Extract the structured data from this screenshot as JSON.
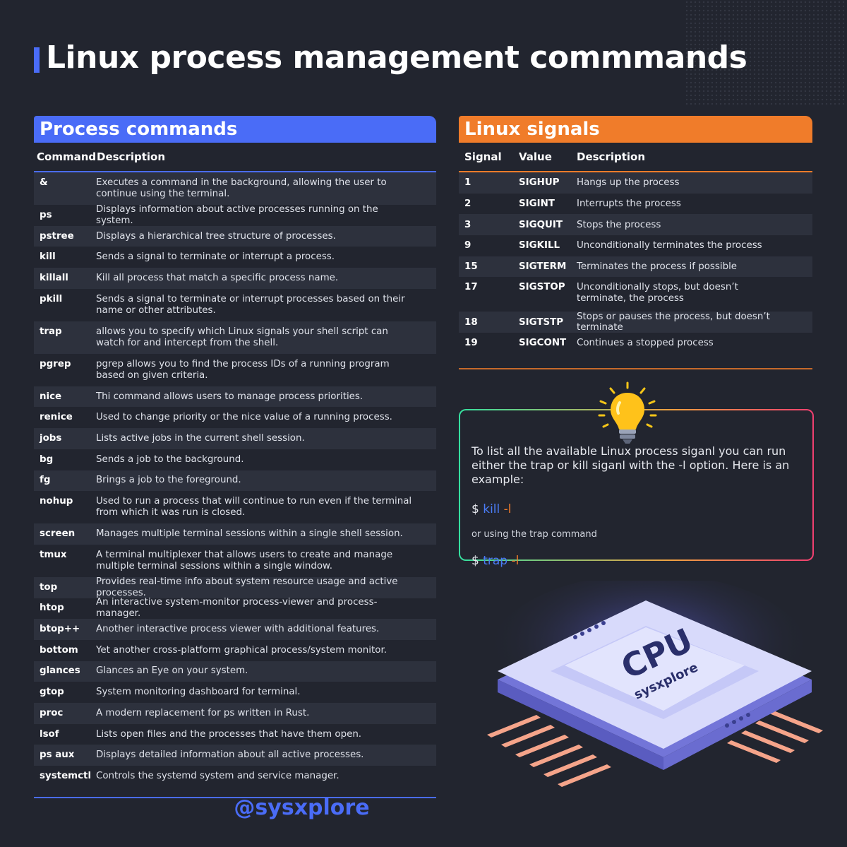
{
  "title": "Linux process management commmands",
  "process": {
    "heading": "Process commands",
    "col_command": "Command",
    "col_description": "Description",
    "rows": [
      {
        "cmd": "&",
        "desc": "Executes a command in the background, allowing the user to continue using the terminal."
      },
      {
        "cmd": "ps",
        "desc": "Displays information about active processes running on the system."
      },
      {
        "cmd": "pstree",
        "desc": "Displays a hierarchical tree structure of processes."
      },
      {
        "cmd": "kill",
        "desc": "Sends a signal to terminate or interrupt a process."
      },
      {
        "cmd": "killall",
        "desc": "Kill all process that match a specific process name."
      },
      {
        "cmd": "pkill",
        "desc": "Sends a signal to terminate or interrupt processes based on their name or other attributes."
      },
      {
        "cmd": "trap",
        "desc": "allows you to specify which Linux signals your shell script can watch for and intercept from the shell."
      },
      {
        "cmd": "pgrep",
        "desc": "pgrep allows you to find the process IDs of a running program based on given criteria."
      },
      {
        "cmd": "nice",
        "desc": "Thi command allows users to manage process priorities."
      },
      {
        "cmd": "renice",
        "desc": "Used to change priority or the nice value of a running process."
      },
      {
        "cmd": "jobs",
        "desc": "Lists active jobs in the current shell session."
      },
      {
        "cmd": "bg",
        "desc": "Sends a job to the background."
      },
      {
        "cmd": "fg",
        "desc": "Brings a job to the foreground."
      },
      {
        "cmd": "nohup",
        "desc": "Used to run a process that will continue to run even if the terminal from which it was run is closed."
      },
      {
        "cmd": "screen",
        "desc": "Manages multiple terminal sessions within a single shell session."
      },
      {
        "cmd": "tmux",
        "desc": "A terminal multiplexer that allows users to create and manage multiple terminal sessions within a single window."
      },
      {
        "cmd": "top",
        "desc": "Provides real-time info about system resource usage and active processes."
      },
      {
        "cmd": "htop",
        "desc": "An interactive system-monitor process-viewer and process-manager."
      },
      {
        "cmd": "btop++",
        "desc": "Another interactive process viewer with additional features."
      },
      {
        "cmd": "bottom",
        "desc": "Yet another cross-platform graphical process/system monitor."
      },
      {
        "cmd": "glances",
        "desc": "Glances an Eye on your system."
      },
      {
        "cmd": "gtop",
        "desc": "System monitoring dashboard for terminal."
      },
      {
        "cmd": "proc",
        "desc": "A modern replacement for ps written in Rust."
      },
      {
        "cmd": "lsof",
        "desc": "Lists open files and the processes that have them open."
      },
      {
        "cmd": "ps aux",
        "desc": "Displays detailed information about all active processes."
      },
      {
        "cmd": "systemctl",
        "desc": "Controls the systemd system and service manager."
      }
    ]
  },
  "signals": {
    "heading": "Linux signals",
    "col_signal": "Signal",
    "col_value": "Value",
    "col_description": "Description",
    "rows": [
      {
        "num": "1",
        "val": "SIGHUP",
        "desc": "Hangs up the process"
      },
      {
        "num": "2",
        "val": "SIGINT",
        "desc": "Interrupts the process"
      },
      {
        "num": "3",
        "val": "SIGQUIT",
        "desc": "Stops the process"
      },
      {
        "num": "9",
        "val": "SIGKILL",
        "desc": "Unconditionally terminates the process"
      },
      {
        "num": "15",
        "val": "SIGTERM",
        "desc": "Terminates the process if possible"
      },
      {
        "num": "17",
        "val": "SIGSTOP",
        "desc": "Unconditionally stops, but doesn’t terminate, the process"
      },
      {
        "num": "18",
        "val": "SIGTSTP",
        "desc": "Stops or pauses the process, but doesn’t terminate"
      },
      {
        "num": "19",
        "val": "SIGCONT",
        "desc": "Continues a stopped process"
      }
    ]
  },
  "tip": {
    "text": "To list all the available Linux process siganl you can run either the trap or kill siganl with the -l option. Here is an example:",
    "prompt": "$",
    "cmd1": "kill",
    "flag1": "-l",
    "middle": "or using the trap command",
    "cmd2": "trap",
    "flag2": "-l"
  },
  "cpu": {
    "label": "CPU",
    "brand": "sysxplore"
  },
  "handle": "@sysxplore",
  "icons": [
    "lightbulb-icon",
    "cpu-chip-icon"
  ],
  "colors": {
    "blue": "#4a6cf7",
    "orange": "#f07c2a",
    "background": "#22252f"
  }
}
